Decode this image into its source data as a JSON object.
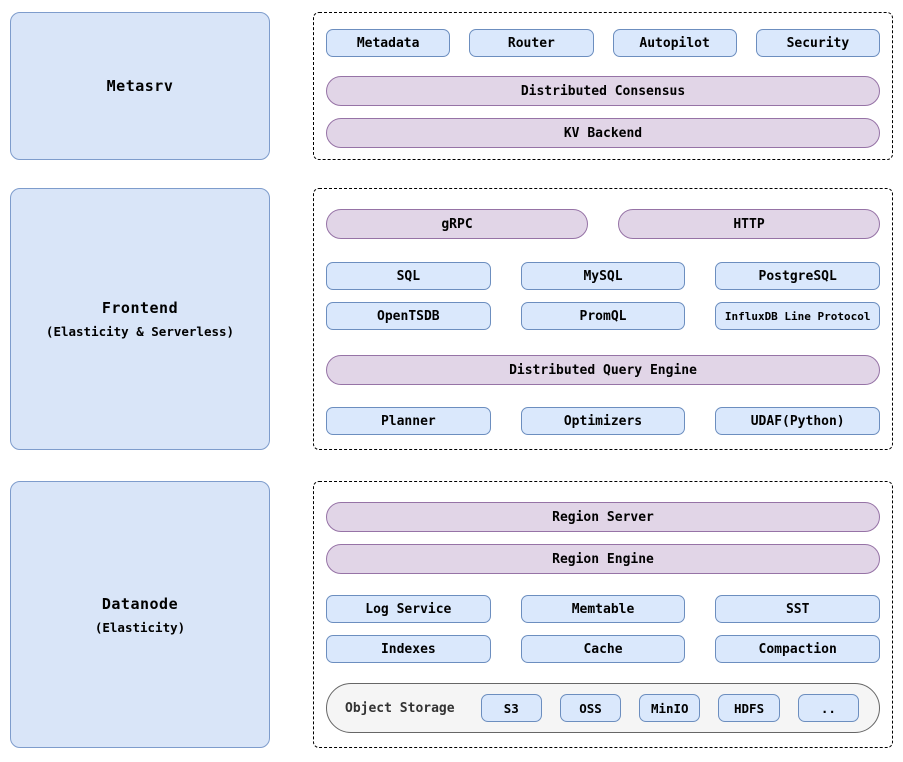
{
  "colors": {
    "module_fill": "#dae8fc",
    "module_border": "#6c8ebf",
    "pill_fill": "#e1d5e7",
    "pill_border": "#9673a6",
    "panel_fill": "#d9e5f8",
    "panel_border": "#7e9ccc",
    "storage_fill": "#f5f5f5",
    "storage_border": "#666666"
  },
  "sections": {
    "metasrv": {
      "label": "Metasrv",
      "modules": [
        "Metadata",
        "Router",
        "Autopilot",
        "Security"
      ],
      "pills": [
        "Distributed Consensus",
        "KV Backend"
      ]
    },
    "frontend": {
      "label": "Frontend",
      "sublabel": "(Elasticity & Serverless)",
      "entry_pills": [
        "gRPC",
        "HTTP"
      ],
      "protocols_row1": [
        "SQL",
        "MySQL",
        "PostgreSQL"
      ],
      "protocols_row2": [
        "OpenTSDB",
        "PromQL",
        "InfluxDB Line Protocol"
      ],
      "engine_pill": "Distributed Query Engine",
      "engine_modules": [
        "Planner",
        "Optimizers",
        "UDAF(Python)"
      ]
    },
    "datanode": {
      "label": "Datanode",
      "sublabel": "(Elasticity)",
      "pills": [
        "Region Server",
        "Region Engine"
      ],
      "modules_row1": [
        "Log Service",
        "Memtable",
        "SST"
      ],
      "modules_row2": [
        "Indexes",
        "Cache",
        "Compaction"
      ],
      "object_storage": {
        "label": "Object Storage",
        "backends": [
          "S3",
          "OSS",
          "MinIO",
          "HDFS",
          ".."
        ]
      }
    }
  }
}
